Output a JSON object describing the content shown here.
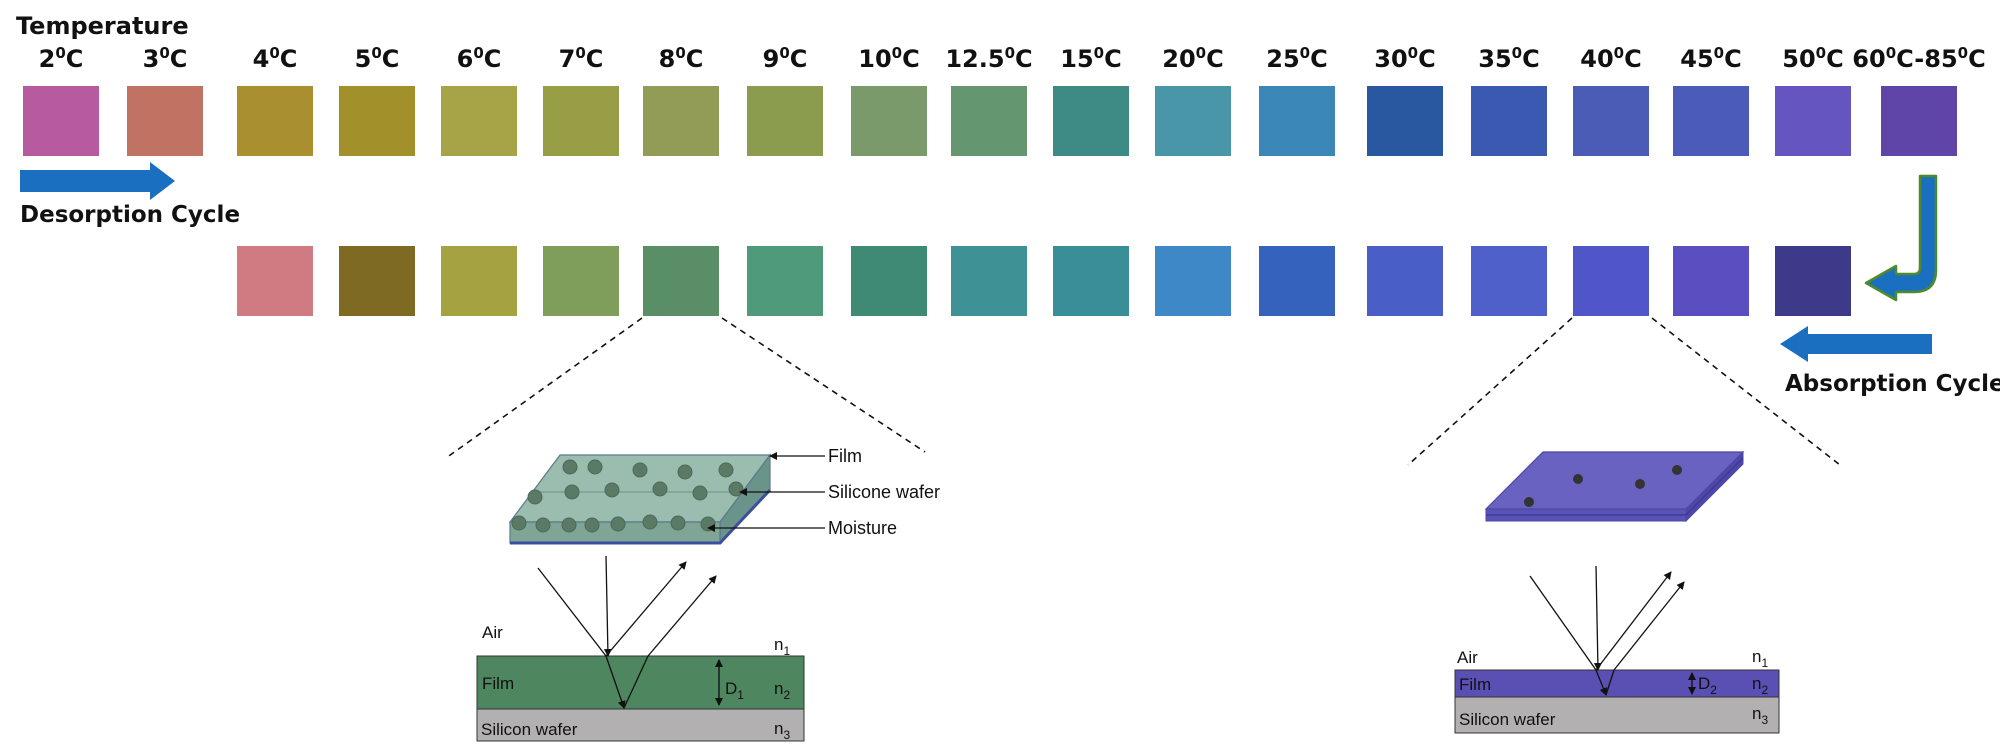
{
  "header": {
    "title": "Temperature"
  },
  "temperatures": [
    {
      "base": "2",
      "sup": "0",
      "unit": "C"
    },
    {
      "base": "3",
      "sup": "0",
      "unit": "C"
    },
    {
      "base": "4",
      "sup": "0",
      "unit": "C"
    },
    {
      "base": "5",
      "sup": "0",
      "unit": "C"
    },
    {
      "base": "6",
      "sup": "0",
      "unit": "C"
    },
    {
      "base": "7",
      "sup": "0",
      "unit": "C"
    },
    {
      "base": "8",
      "sup": "0",
      "unit": "C"
    },
    {
      "base": "9",
      "sup": "0",
      "unit": "C"
    },
    {
      "base": "10",
      "sup": "0",
      "unit": "C"
    },
    {
      "base": "12.5",
      "sup": "0",
      "unit": "C"
    },
    {
      "base": "15",
      "sup": "0",
      "unit": "C"
    },
    {
      "base": "20",
      "sup": "0",
      "unit": "C"
    },
    {
      "base": "25",
      "sup": "0",
      "unit": "C"
    },
    {
      "base": "30",
      "sup": "0",
      "unit": "C"
    },
    {
      "base": "35",
      "sup": "0",
      "unit": "C"
    },
    {
      "base": "40",
      "sup": "0",
      "unit": "C"
    },
    {
      "base": "45",
      "sup": "0",
      "unit": "C"
    },
    {
      "base": "50",
      "sup": "0",
      "unit": "C"
    },
    {
      "base": "60",
      "sup": "0",
      "unit": "C-85",
      "sup2": "0",
      "unit2": "C"
    }
  ],
  "desorption_colors": [
    "#b75aa0",
    "#c07362",
    "#a98f30",
    "#a2912b",
    "#a7a448",
    "#979e45",
    "#939c57",
    "#8b9c4e",
    "#7b9a6b",
    "#64966f",
    "#3e8a84",
    "#4896a8",
    "#3b88b8",
    "#2a58a0",
    "#3a5ab2",
    "#4a5cb6",
    "#4b5cb8",
    "#6555c0",
    "#6045a8"
  ],
  "absorption_colors": [
    "#d07a82",
    "#7e6a23",
    "#a5a241",
    "#7f9e5c",
    "#5a8e67",
    "#4e9a7b",
    "#3f8a74",
    "#3e9295",
    "#3a8e97",
    "#3e88c8",
    "#3562bc",
    "#4a5ec8",
    "#5060ca",
    "#5056c8",
    "#5a4ec0",
    "#3e3a8a"
  ],
  "cycles": {
    "desorption": "Desorption Cycle",
    "absorption": "Absorption Cycle"
  },
  "diagram_left": {
    "labels": {
      "film": "Film",
      "silicone_wafer": "Silicone wafer",
      "moisture": "Moisture"
    },
    "layers": {
      "air": "Air",
      "film": "Film",
      "wafer": "Silicon wafer",
      "n1": "n",
      "n1_sub": "1",
      "n2": "n",
      "n2_sub": "2",
      "n3": "n",
      "n3_sub": "3",
      "d": "D",
      "d_sub": "1"
    },
    "colors": {
      "film": "#4e8660",
      "wafer": "#b2b0b0",
      "block": "#8fb3a4"
    }
  },
  "diagram_right": {
    "layers": {
      "air": "Air",
      "film": "Film",
      "wafer": "Silicon wafer",
      "n1": "n",
      "n1_sub": "1",
      "n2": "n",
      "n2_sub": "2",
      "n3": "n",
      "n3_sub": "3",
      "d": "D",
      "d_sub": "2"
    },
    "colors": {
      "film": "#5a50b4",
      "wafer": "#b2b0b0",
      "plate": "#6a62c0"
    }
  },
  "colors": {
    "arrow_blue": "#1b6fc0",
    "text": "#111111"
  }
}
